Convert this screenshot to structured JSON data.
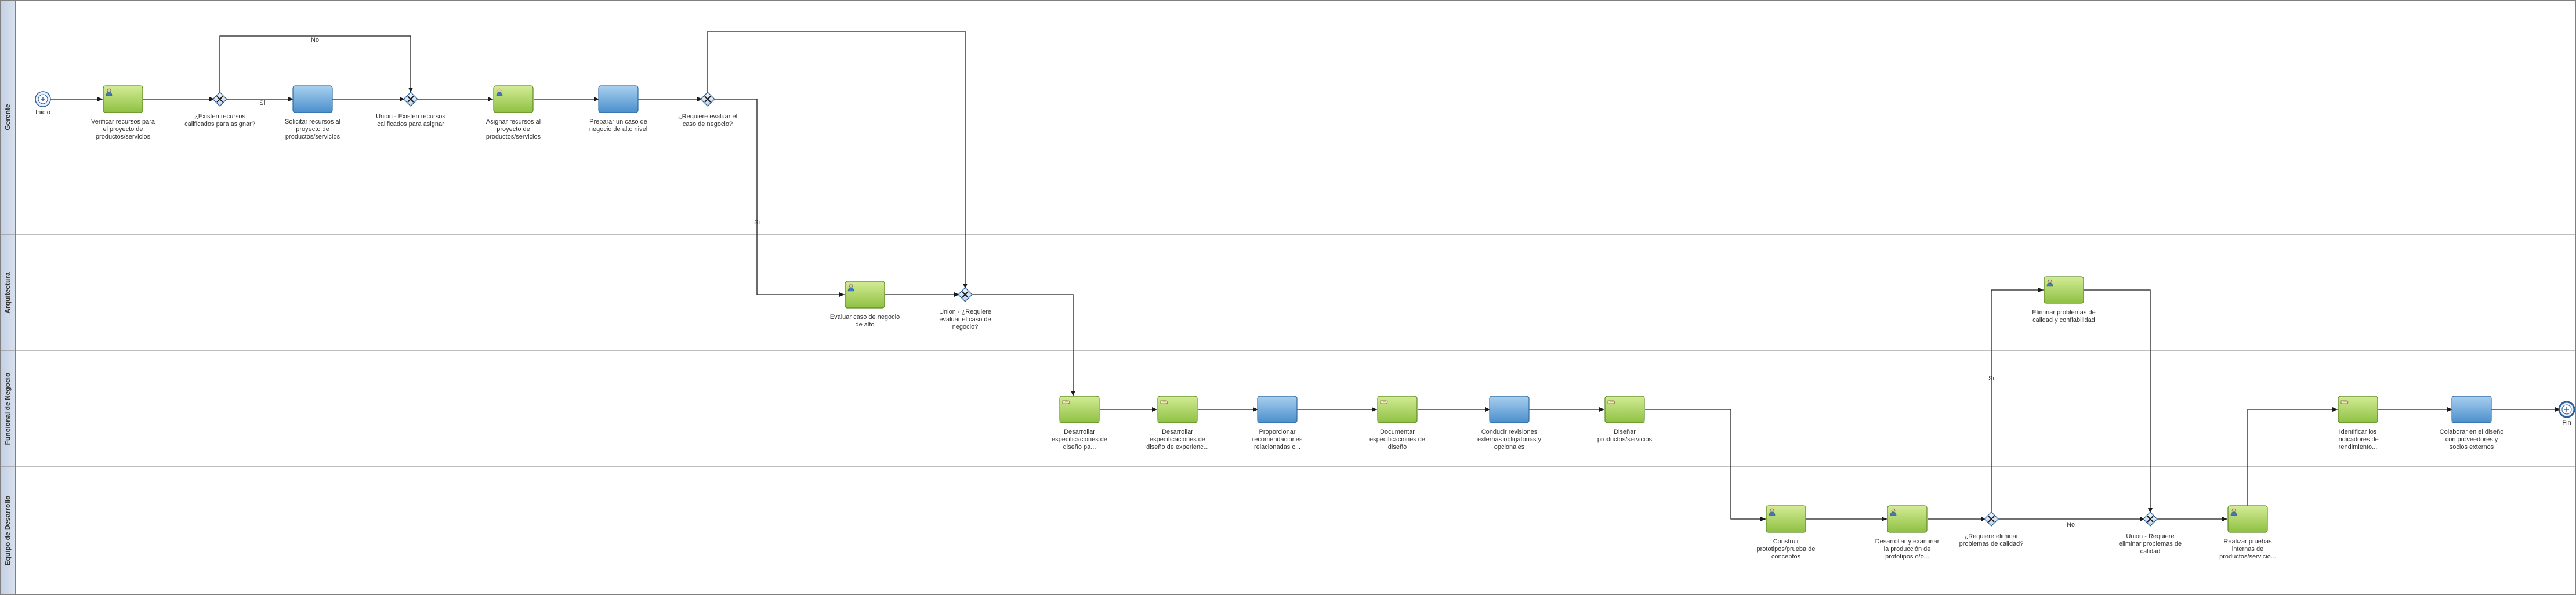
{
  "lanes": [
    {
      "title": "Gerente"
    },
    {
      "title": "Arquitectura"
    },
    {
      "title": "Funcional de Negocio"
    },
    {
      "title": "Equipo de Desarrollo"
    }
  ],
  "nodes": {
    "start": {
      "lines": [
        "Inicio"
      ]
    },
    "t_verificar": {
      "lines": [
        "Verificar recursos para",
        "el proyecto de",
        "productos/servicios"
      ]
    },
    "g_existen": {
      "lines": [
        "¿Existen recursos",
        "calificados para asignar?"
      ]
    },
    "t_solicitar": {
      "lines": [
        "Solicitar recursos al",
        "proyecto de",
        "productos/servicios"
      ]
    },
    "g_union_existen": {
      "lines": [
        "Union - Existen recursos",
        "calificados para asignar"
      ]
    },
    "t_asignar": {
      "lines": [
        "Asignar recursos al",
        "proyecto de",
        "productos/servicios"
      ]
    },
    "t_preparar": {
      "lines": [
        "Preparar un caso de",
        "negocio de alto nivel"
      ]
    },
    "g_requiere_caso": {
      "lines": [
        "¿Requiere evaluar el",
        "caso de negocio?"
      ]
    },
    "t_evaluar_caso": {
      "lines": [
        "Evaluar caso de negocio",
        "de alto"
      ]
    },
    "g_union_caso": {
      "lines": [
        "Union - ¿Requiere",
        "evaluar el caso de",
        "negocio?"
      ]
    },
    "t_desarrollar_esp": {
      "lines": [
        "Desarrollar",
        "especificaciones de",
        "diseño pa..."
      ]
    },
    "t_desarrollar_exp": {
      "lines": [
        "Desarrollar",
        "especificaciones de",
        "diseño de experienc..."
      ]
    },
    "t_proporcionar": {
      "lines": [
        "Proporcionar",
        "recomendaciones",
        "relacionadas c..."
      ]
    },
    "t_documentar": {
      "lines": [
        "Documentar",
        "especificaciones de",
        "diseño"
      ]
    },
    "t_conducir": {
      "lines": [
        "Conducir revisiones",
        "externas obligatorias y",
        "opcionales"
      ]
    },
    "t_disenar": {
      "lines": [
        "Diseñar",
        "productos/servicios"
      ]
    },
    "t_construir": {
      "lines": [
        "Construir",
        "prototipos/prueba de",
        "conceptos"
      ]
    },
    "t_desarrollar_examinar": {
      "lines": [
        "Desarrollar y examinar",
        "la producción de",
        "prototipos o/o..."
      ]
    },
    "g_requiere_eliminar": {
      "lines": [
        "¿Requiere eliminar",
        "problemas de calidad?"
      ]
    },
    "t_eliminar": {
      "lines": [
        "Eliminar problemas de",
        "calidad y confiabilidad"
      ]
    },
    "g_union_eliminar": {
      "lines": [
        "Union - Requiere",
        "eliminar problemas de",
        "calidad"
      ]
    },
    "t_realizar": {
      "lines": [
        "Realizar pruebas",
        "internas de",
        "productos/servicio..."
      ]
    },
    "t_identificar": {
      "lines": [
        "Identificar los",
        "indicadores de",
        "rendimiento..."
      ]
    },
    "t_colaborar": {
      "lines": [
        "Colaborar en el diseño",
        "con proveedores y",
        "socios externos"
      ]
    },
    "end": {
      "lines": [
        "Fin"
      ]
    }
  },
  "edge_labels": {
    "no_existen": "No",
    "si_existen": "Si",
    "si_caso": "Si",
    "si_eliminar": "Si",
    "no_eliminar": "No"
  },
  "colors": {
    "user_task": "#a6d15a",
    "service_task": "#5da2d6",
    "lane_header": "#c9d5e7",
    "gateway": "#cfe0f3",
    "line": "#1a1a1a"
  }
}
